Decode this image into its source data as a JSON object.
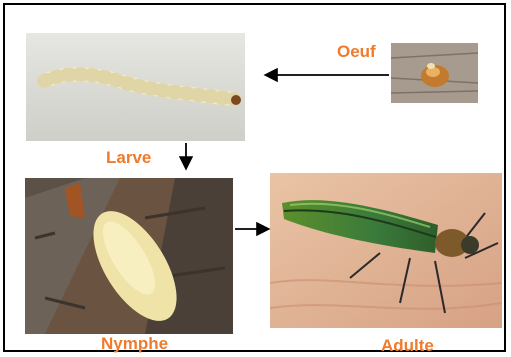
{
  "stages": {
    "egg": "Oeuf",
    "larva": "Larve",
    "pupa": "Nymphe",
    "adult": "Adulte"
  },
  "colors": {
    "label": "#ef7b2c",
    "arrow": "#000000"
  },
  "icons": {
    "egg_photo": "egg-photo",
    "larva_photo": "larva-photo",
    "pupa_photo": "pupa-photo",
    "adult_photo": "beetle-photo"
  }
}
